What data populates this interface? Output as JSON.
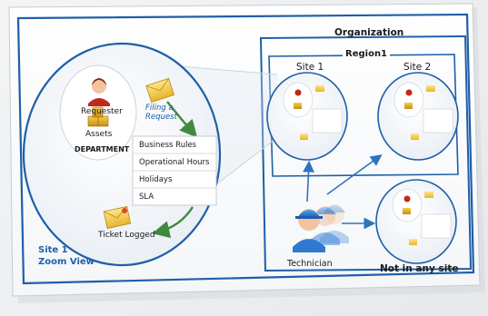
{
  "colors": {
    "frame_blue": "#1f5fa8",
    "accent_blue": "#2e73bf",
    "arrow_green": "#3f8a3d",
    "text_dark": "#1a1a1a",
    "text_blue": "#1f5fa8"
  },
  "zoom": {
    "requester": "Requester",
    "filing_request": "Filing a Request",
    "assets": "Assets",
    "department": "DEPARTMENT",
    "rules": [
      "Business Rules",
      "Operational Hours",
      "Holidays",
      "SLA"
    ],
    "ticket_logged": "Ticket Logged",
    "caption_line1": "Site 1",
    "caption_line2": "Zoom View"
  },
  "organization": {
    "title": "Organization",
    "region": "Region1",
    "site1": "Site 1",
    "site2": "Site 2",
    "not_in_site": "Not in any site",
    "technician": "Technician"
  },
  "icons": [
    "requester-icon",
    "envelope-icon",
    "assets-icon",
    "ticket-icon",
    "technician-icon"
  ]
}
